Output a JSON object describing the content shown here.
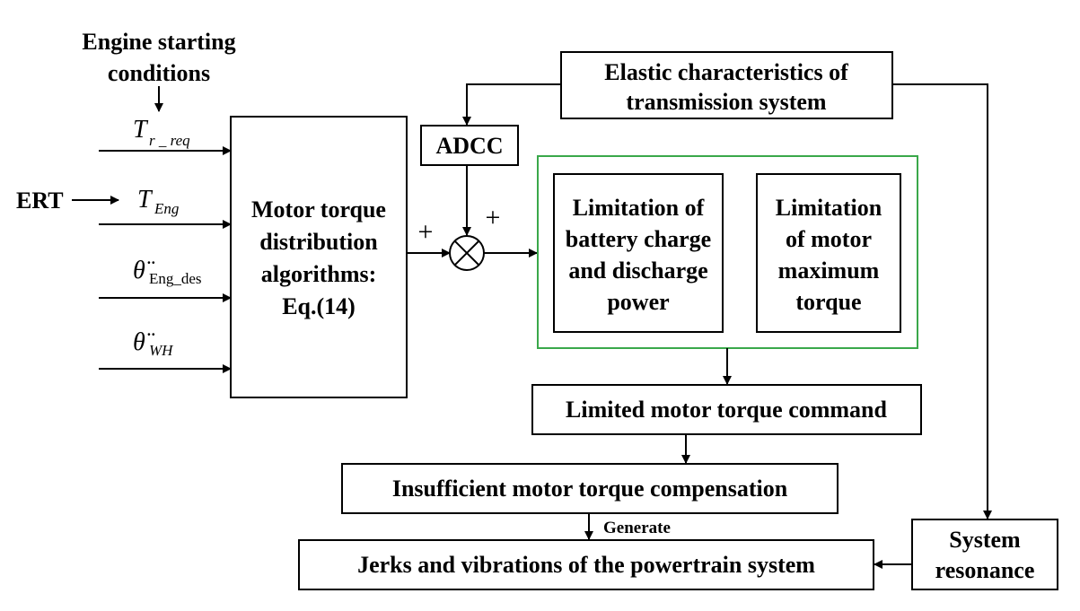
{
  "inputs": {
    "engine_conditions": [
      "Engine starting",
      "conditions"
    ],
    "ert": "ERT",
    "t_req": {
      "base": "T",
      "sub": "r _ req"
    },
    "t_eng": {
      "base": "T",
      "sub": "Eng"
    },
    "theta_eng": {
      "base": "θ̈",
      "sub": "Eng_des"
    },
    "theta_wh": {
      "base": "θ̈",
      "sub": "WH"
    }
  },
  "blocks": {
    "motor_alg": [
      "Motor torque",
      "distribution",
      "algorithms:",
      "Eq.(14)"
    ],
    "elastic": [
      "Elastic characteristics of",
      "transmission system"
    ],
    "adcc": "ADCC",
    "battery": [
      "Limitation of",
      "battery charge",
      "and discharge",
      "power"
    ],
    "motor_max": [
      "Limitation",
      "of motor",
      "maximum",
      "torque"
    ],
    "limited": "Limited motor torque command",
    "insufficient": "Insufficient motor torque compensation",
    "jerks": "Jerks and vibrations of the powertrain system",
    "resonance": [
      "System",
      "resonance"
    ]
  },
  "labels": {
    "plus_left": "+",
    "plus_top": "+",
    "generate": "Generate"
  }
}
